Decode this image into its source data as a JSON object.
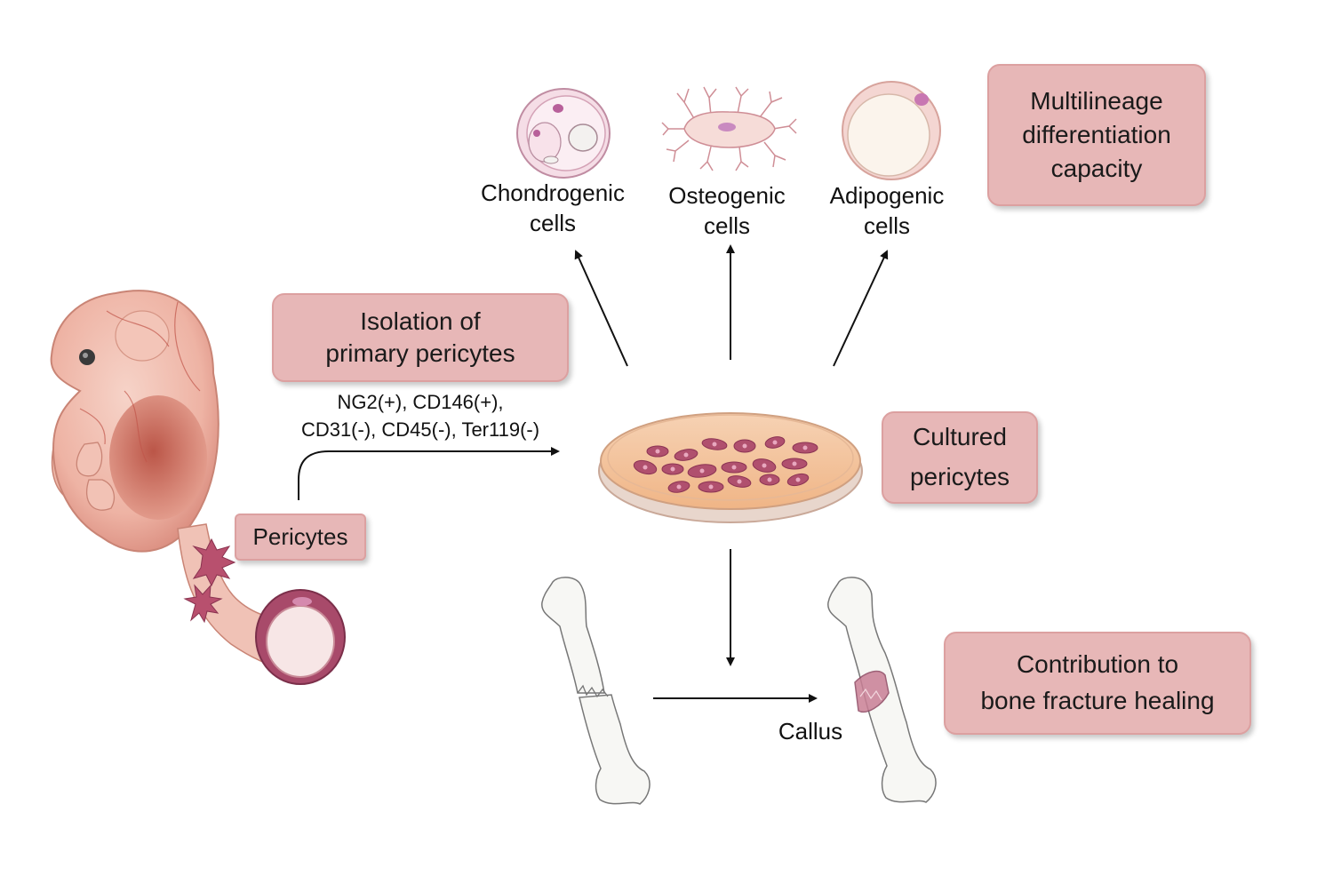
{
  "boxes": {
    "multilineage": [
      "Multilineage",
      "differentiation",
      "capacity"
    ],
    "isolation": [
      "Isolation of",
      "primary pericytes"
    ],
    "cultured": [
      "Cultured",
      "pericytes"
    ],
    "pericytes": "Pericytes",
    "contribution": [
      "Contribution to",
      "bone fracture healing"
    ]
  },
  "markers": [
    "NG2(+), CD146(+),",
    "CD31(-), CD45(-), Ter119(-)"
  ],
  "cell_labels": {
    "chondrogenic": [
      "Chondrogenic",
      "cells"
    ],
    "osteogenic": [
      "Osteogenic",
      "cells"
    ],
    "adipogenic": [
      "Adipogenic",
      "cells"
    ]
  },
  "callus": "Callus",
  "colors": {
    "box_fill": "#e7b7b7",
    "box_border": "#dca0a0",
    "dish_fill": "#f4c49a",
    "pericyte_cell": "#b0506e",
    "embryo_skin": "#f0bcb0",
    "bone": "#f7f7f4"
  }
}
